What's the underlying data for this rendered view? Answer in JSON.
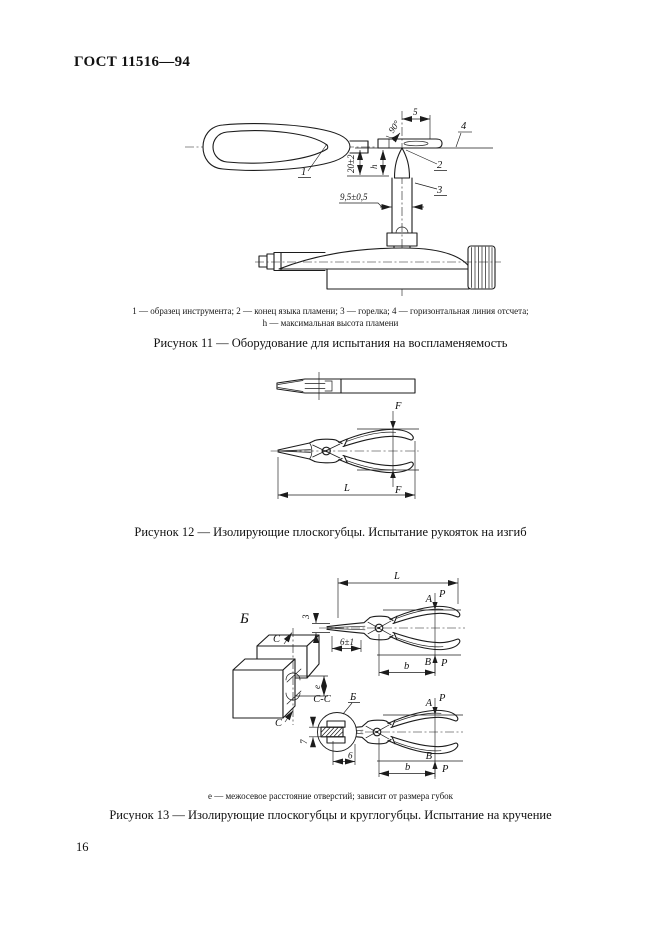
{
  "page": {
    "header": "ГОСТ 11516—94",
    "page_number": "16"
  },
  "figure11": {
    "caption_line1": "1 — образец инструмента; 2 — конец языка пламени; 3 — горелка; 4 — горизонтальная линия отсчета;",
    "caption_line2": "h — максимальная высота пламени",
    "title": "Рисунок 11 — Оборудование для испытания на воспламеняемость",
    "labels": {
      "angle": "90°",
      "dim_5": "5",
      "ref_4": "4",
      "part_1": "1",
      "part_2": "2",
      "part_3": "3",
      "dim_20": "20±2",
      "dim_h": "h",
      "dim_tube": "9,5±0,5"
    }
  },
  "figure12": {
    "title": "Рисунок 12 — Изолирующие плоскогубцы. Испытание рукояток на изгиб",
    "labels": {
      "force_top": "F",
      "force_bottom": "F",
      "length": "L"
    }
  },
  "figure13": {
    "note": "е — межосевое расстояние отверстий; зависит от размера губок",
    "title": "Рисунок 13 — Изолирующие плоскогубцы и круглогубцы. Испытание на кручение",
    "labels": {
      "view_b": "Б",
      "section_c_top": "C",
      "section_c_bottom": "C",
      "dim_e": "е",
      "length": "L",
      "dim_3": "3",
      "dim_6_1": "6±1",
      "point_a1": "A",
      "force_p1": "P",
      "point_b1": "B",
      "force_p2": "P",
      "dim_b1": "b",
      "section_cc": "С-С",
      "ref_b": "Б",
      "dim_7": "7",
      "dim_6": "6",
      "point_a2": "A",
      "force_p3": "P",
      "point_b2": "B",
      "force_p4": "P",
      "dim_b2": "b"
    }
  }
}
